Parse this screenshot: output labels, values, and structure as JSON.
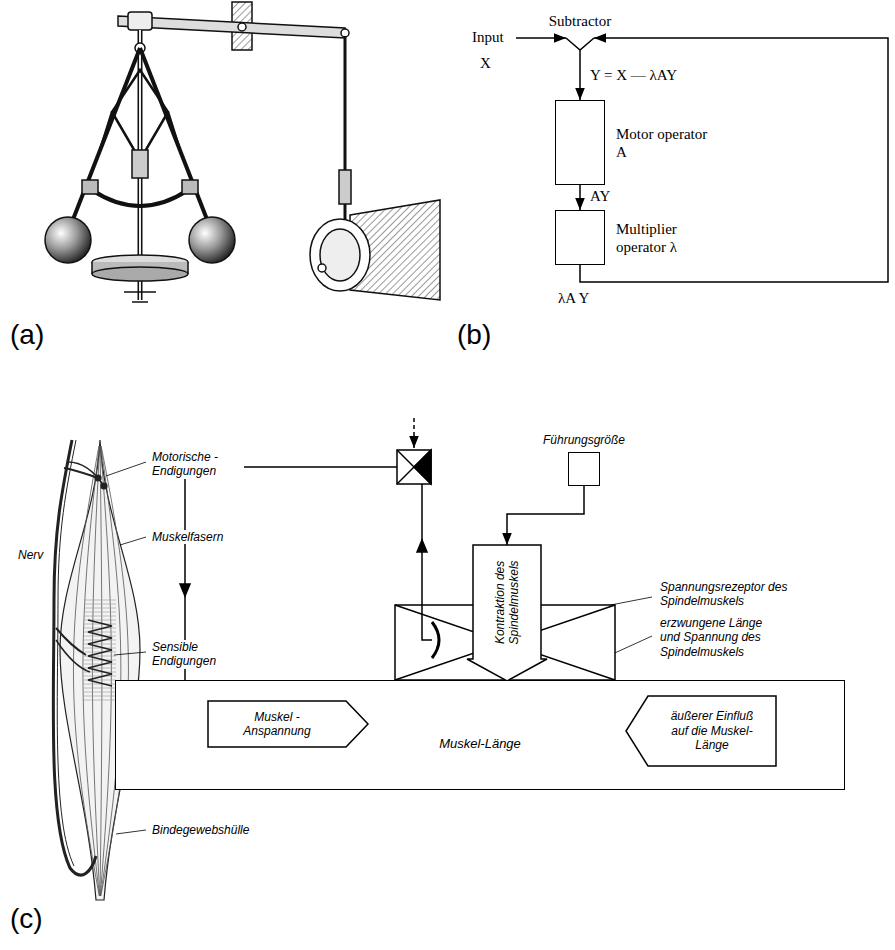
{
  "diagram": {
    "nodes": [
      {
        "text": [
          "Subtractor"
        ]
      },
      {
        "text": [
          "Motor operator A"
        ]
      },
      {
        "text": [
          "Multiplier operator λ"
        ]
      },
      {
        "text": [
          "Führungsgröße"
        ]
      },
      {
        "text": [
          "Kontraktion des Spindelmuskels"
        ]
      },
      {
        "text": [
          "Muskel-Länge"
        ]
      },
      {
        "text": [
          "Muskel - Anspannung"
        ],
        "in": 5
      },
      {
        "text": [
          "äußerer Einfluß auf die Muskel-Länge"
        ],
        "in": 5
      }
    ],
    "edges": [
      {
        "from": 0,
        "to": 1,
        "label": "Y = X — λAY",
        "arrow": "to"
      },
      {
        "from": 1,
        "to": 2,
        "label": "AY",
        "arrow": "to"
      },
      {
        "from": 2,
        "to": 0,
        "label": "λA Y",
        "arrow": "to"
      },
      {
        "from": 3,
        "to": 4,
        "arrow": "to"
      }
    ],
    "labels": [
      "(a)",
      "(b)",
      "Input",
      "X",
      "(c)",
      "Nerv",
      "Motorische - Endigungen",
      "Muskelfasern",
      "Sensible Endigungen",
      "Bindegewebshülle",
      "Spannungsrezeptor des Spindelmuskels",
      "erzwungene Länge und Spannung des Spindelmuskels"
    ]
  }
}
